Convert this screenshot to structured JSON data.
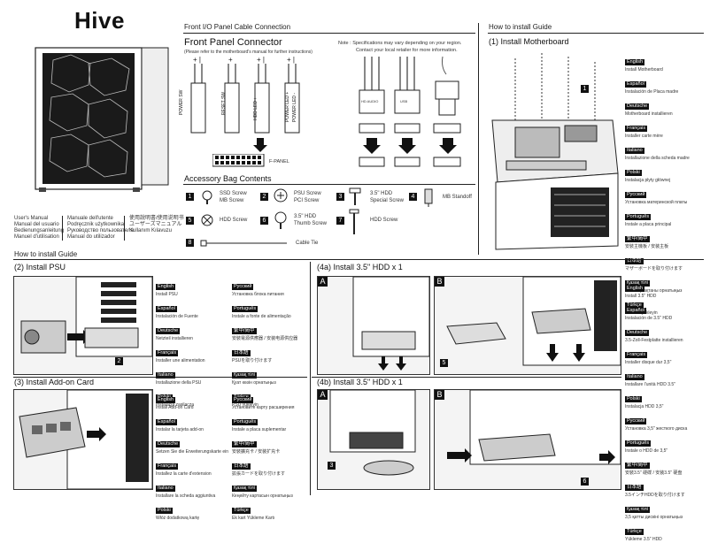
{
  "brand": "Hive",
  "manual_langs": [
    [
      "User's Manual",
      "Manual del usuario",
      "Bedienungsanleitung",
      "Manuel d'utilisation"
    ],
    [
      "Manuale dell'utente",
      "Podręcznik użytkownika",
      "Руководство пользователя",
      "Manual do utilizador"
    ],
    [
      "使用說明書/使用说明书",
      "ユーザーズマニュアル",
      "Kullanım Kılavuzu"
    ]
  ],
  "io": {
    "heading": "Front I/O Panel Cable Connection",
    "title": "Front Panel Connector",
    "subtitle": "(Please refer to the motherboard's manual for further instructions)",
    "note1": "Note : Specifications may vary depending on your region.",
    "note2": "Contact your local retailer for more information.",
    "wires": [
      "POWER SW",
      "RESET SW",
      "HDD LED +",
      "POWER LED +",
      "POWER LED -"
    ],
    "fpanel": "F-PANEL",
    "usb": [
      "HD AUDIO",
      "USB"
    ]
  },
  "accessory": {
    "title": "Accessory Bag Contents",
    "items": [
      {
        "n": "1",
        "label": "SSD Screw\nMB Screw"
      },
      {
        "n": "2",
        "label": "PSU Screw\nPCI Screw"
      },
      {
        "n": "3",
        "label": "3.5\" HDD\nSpecial Screw"
      },
      {
        "n": "4",
        "label": "MB Standoff"
      },
      {
        "n": "5",
        "label": "HDD Screw"
      },
      {
        "n": "6",
        "label": "3.5\" HDD\nThumb Screw"
      },
      {
        "n": "7",
        "label": "HDD Screw"
      },
      {
        "n": "8",
        "label": "Cable Tie"
      }
    ]
  },
  "guide_right": {
    "heading": "How to install Guide",
    "step": "(1) Install Motherboard",
    "callout": "1",
    "langs": [
      [
        "English",
        "Install Motherboard"
      ],
      [
        "Español",
        "Instalación de Placa madre"
      ],
      [
        "Deutsche",
        "Motherboard installieren"
      ],
      [
        "Français",
        "Installer carte mère"
      ],
      [
        "Italiano",
        "Installazione della scheda madre"
      ],
      [
        "Polski",
        "Instalacja płyty głównej"
      ],
      [
        "Русский",
        "Установка материнской платы"
      ],
      [
        "Português",
        "Instale a placa principal"
      ],
      [
        "繁中/简中",
        "安裝主機板 / 安装主板"
      ],
      [
        "日本語",
        "マザーボードを取り付けます"
      ],
      [
        "Қазақ тілі",
        "Аналық тақтаны орнатыңыз"
      ],
      [
        "Türkçe",
        "Anakart yükleyin"
      ]
    ]
  },
  "guide_bottom": "How to install Guide",
  "psu": {
    "step": "(2) Install PSU",
    "callout": "2",
    "langs_a": [
      [
        "English",
        "Install PSU"
      ],
      [
        "Español",
        "Instalación de Fuente"
      ],
      [
        "Deutsche",
        "Netzteil installieren"
      ],
      [
        "Français",
        "Installer une alimentation"
      ],
      [
        "Italiano",
        "Installazione della PSU"
      ],
      [
        "Polski",
        "Instalacja zasilacza"
      ]
    ],
    "langs_b": [
      [
        "Русский",
        "Установка блока питания"
      ],
      [
        "Português",
        "Instale a fonte de alimentação"
      ],
      [
        "繁中/简中",
        "安裝電源供應器 / 安装电源供应器"
      ],
      [
        "日本語",
        "PSUを取り付けます"
      ],
      [
        "Қазақ тілі",
        "Қуат көзін орнатыңыз"
      ],
      [
        "Türkçe",
        "PSU yükleyin"
      ]
    ]
  },
  "addon": {
    "step": "(3) Install Add-on Card",
    "langs_a": [
      [
        "English",
        "Install Add-on Card"
      ],
      [
        "Español",
        "Instalar la tarjeta add-on"
      ],
      [
        "Deutsche",
        "Setzen Sie die Erweiterungskarte ein"
      ],
      [
        "Français",
        "Installez la carte d'extension"
      ],
      [
        "Italiano",
        "Installare la scheda aggiuntiva"
      ],
      [
        "Polski",
        "Włóż dodatkową kartę"
      ]
    ],
    "langs_b": [
      [
        "Русский",
        "Установите карту расширения"
      ],
      [
        "Português",
        "Instale a placa suplementar"
      ],
      [
        "繁中/简中",
        "安裝擴充卡 / 安装扩充卡"
      ],
      [
        "日本語",
        "拡張カードを取り付けます"
      ],
      [
        "Қазақ тілі",
        "Кеңейту картасын орнатыңыз"
      ],
      [
        "Türkçe",
        "Ek kart Yükleme Kartı"
      ]
    ]
  },
  "hdd4a": {
    "step": "(4a) Install 3.5\" HDD x 1",
    "a": "A",
    "b": "B",
    "callout": "5"
  },
  "hdd4b": {
    "step": "(4b) Install 3.5\" HDD x 1",
    "a": "A",
    "b": "B",
    "callout_a": "3",
    "callout_b": "6"
  },
  "hdd_langs": [
    [
      "English",
      "Install 3.5\" HDD"
    ],
    [
      "Español",
      "Instalación de 3.5\" HDD"
    ],
    [
      "Deutsche",
      "3.5-Zoll-Festplatte installieren"
    ],
    [
      "Français",
      "Installer disque dur 3,5\""
    ],
    [
      "Italiano",
      "Installare l'unità HDD 3.5\""
    ],
    [
      "Polski",
      "Instalacja HDD 3,5\""
    ],
    [
      "Русский",
      "Установка 3,5\" жесткого диска"
    ],
    [
      "Português",
      "Instale o HDD de 3,5\""
    ],
    [
      "繁中/简中",
      "安裝3.5\" 硬碟 / 安装3.5\" 硬盘"
    ],
    [
      "日本語",
      "3.5インチHDDを取り付けます"
    ],
    [
      "Қазақ тілі",
      "3,5 қатты дискіні орнатыңыз"
    ],
    [
      "Türkçe",
      "Yükleme 3.5\" HDD"
    ]
  ]
}
